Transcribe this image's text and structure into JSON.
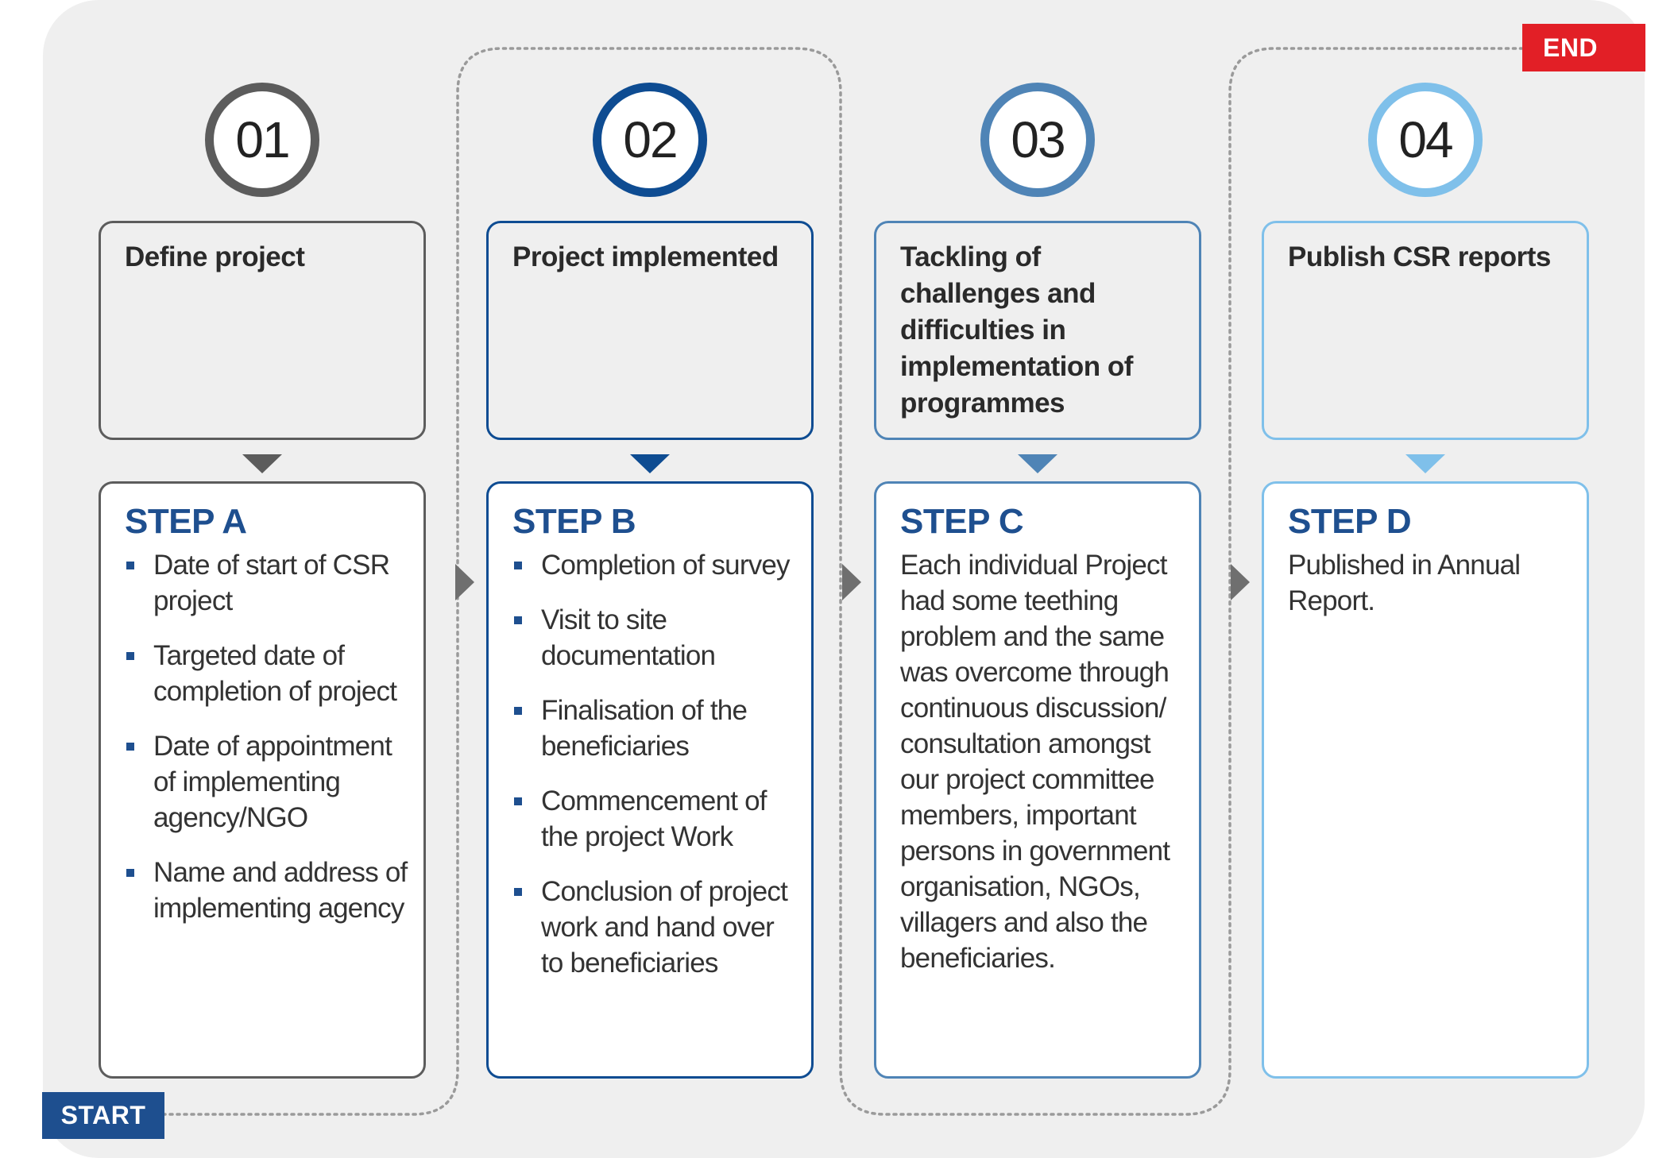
{
  "badges": {
    "start": {
      "label": "START",
      "color": "#1e4f8f"
    },
    "end": {
      "label": "END",
      "color": "#e21f26"
    }
  },
  "columns": [
    {
      "number": "01",
      "accent": "#5c5c5c",
      "title": "Define project",
      "step_title": "STEP A",
      "items": [
        "Date of start of CSR project",
        "Targeted date of completion of project",
        "Date of appointment of implementing agency/NGO",
        "Name and address of implementing agency"
      ],
      "paragraph": ""
    },
    {
      "number": "02",
      "accent": "#0e4c92",
      "title": "Project implemented",
      "step_title": "STEP B",
      "items": [
        "Completion of survey",
        "Visit to site documentation",
        "Finalisation of the beneficiaries",
        "Commencement of the project Work",
        "Conclusion of project work and hand over to beneficiaries"
      ],
      "paragraph": ""
    },
    {
      "number": "03",
      "accent": "#4f84b6",
      "title": "Tackling of challenges and difficulties in implementation of programmes",
      "step_title": "STEP C",
      "items": [],
      "paragraph": "Each individual Project had some teething problem and the same was overcome through continuous discussion/ consultation amongst our project committee members, important persons in government organisation, NGOs, villagers and also the beneficiaries."
    },
    {
      "number": "04",
      "accent": "#7fc0ea",
      "title": "Publish CSR reports",
      "step_title": "STEP D",
      "items": [],
      "paragraph": "Published in Annual Report."
    }
  ],
  "colors": {
    "step_text": "#1e4f8f",
    "panel_bg": "#efefef",
    "connector": "#9a9a9a",
    "side_arrow": "#6f6f6f"
  }
}
